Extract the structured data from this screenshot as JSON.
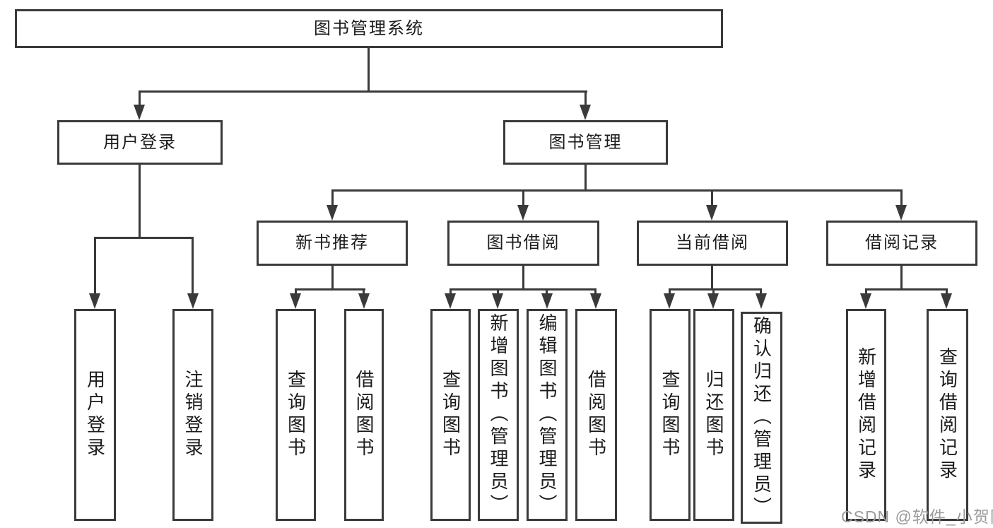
{
  "colors": {
    "line": "#3a3a3a",
    "box_border": "#3a3a3a",
    "background": "#ffffff",
    "text": "#1b1b1b",
    "watermark": "#9b9b9b"
  },
  "watermark": {
    "text": "CSDN @软件_小贺同学"
  },
  "nodes": {
    "root": {
      "label": "图书管理系统"
    },
    "user_login": {
      "label": "用户登录"
    },
    "book_mgmt": {
      "label": "图书管理"
    },
    "new_book_rec": {
      "label": "新书推荐"
    },
    "book_borrow": {
      "label": "图书借阅"
    },
    "current_borrow": {
      "label": "当前借阅"
    },
    "borrow_record": {
      "label": "借阅记录"
    },
    "leaves": [
      {
        "label": "用户登录"
      },
      {
        "label": "注销登录"
      },
      {
        "label": "查询图书"
      },
      {
        "label": "借阅图书"
      },
      {
        "label": "查询图书"
      },
      {
        "label": "新增图书（管理员）"
      },
      {
        "label": "编辑图书（管理员）"
      },
      {
        "label": "借阅图书"
      },
      {
        "label": "查询图书"
      },
      {
        "label": "归还图书"
      },
      {
        "label": "确认归还（管理员）"
      },
      {
        "label": "新增借阅记录"
      },
      {
        "label": "查询借阅记录"
      }
    ]
  },
  "hierarchy": {
    "图书管理系统": [
      "用户登录",
      "图书管理"
    ],
    "用户登录": [
      "用户登录",
      "注销登录"
    ],
    "图书管理": [
      "新书推荐",
      "图书借阅",
      "当前借阅",
      "借阅记录"
    ],
    "新书推荐": [
      "查询图书",
      "借阅图书"
    ],
    "图书借阅": [
      "查询图书",
      "新增图书（管理员）",
      "编辑图书（管理员）",
      "借阅图书"
    ],
    "当前借阅": [
      "查询图书",
      "归还图书",
      "确认归还（管理员）"
    ],
    "借阅记录": [
      "新增借阅记录",
      "查询借阅记录"
    ]
  }
}
